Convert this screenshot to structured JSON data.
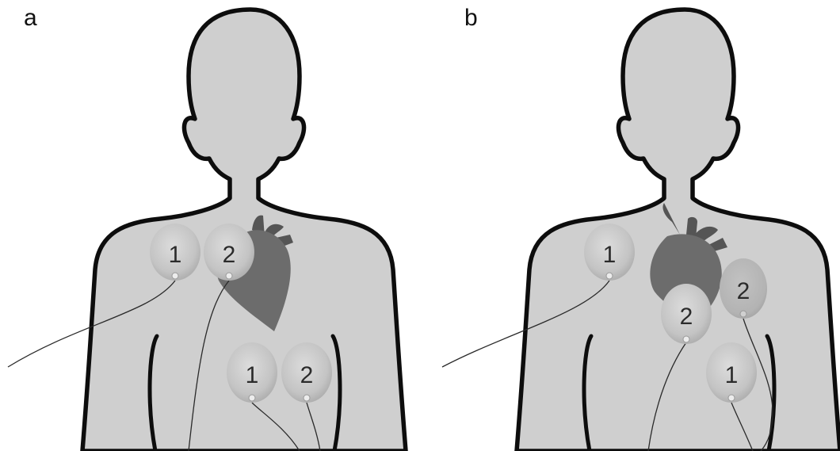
{
  "panels": [
    {
      "letter": "a",
      "pads": [
        {
          "id": "a-upper-1",
          "label": "1"
        },
        {
          "id": "a-upper-2",
          "label": "2"
        },
        {
          "id": "a-lower-1",
          "label": "1"
        },
        {
          "id": "a-lower-2",
          "label": "2"
        }
      ]
    },
    {
      "letter": "b",
      "pads": [
        {
          "id": "b-upper-1",
          "label": "1"
        },
        {
          "id": "b-right-2",
          "label": "2"
        },
        {
          "id": "b-middle-2",
          "label": "2"
        },
        {
          "id": "b-lower-1",
          "label": "1"
        }
      ]
    }
  ],
  "colors": {
    "body_fill": "#cfcfcf",
    "outline": "#0d0d0d",
    "heart": "#6c6c6c",
    "vessels": "#555555",
    "pad": "#c9c9c9",
    "wire": "#2a2a2a"
  }
}
